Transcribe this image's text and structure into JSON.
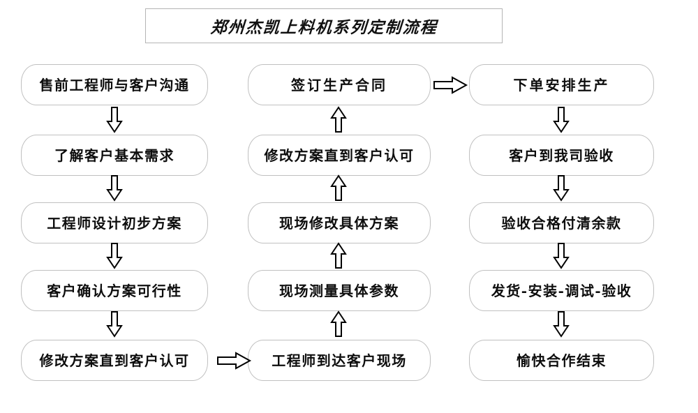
{
  "diagram": {
    "title": "郑州杰凯上料机系列定制流程",
    "type": "flowchart",
    "columns": [
      {
        "id": "column-1",
        "direction": "top-to-bottom",
        "nodes": [
          {
            "id": "node-1-1",
            "label": "售前工程师与客户沟通"
          },
          {
            "id": "node-1-2",
            "label": "了解客户基本需求"
          },
          {
            "id": "node-1-3",
            "label": "工程师设计初步方案"
          },
          {
            "id": "node-1-4",
            "label": "客户确认方案可行性"
          },
          {
            "id": "node-1-5",
            "label": "修改方案直到客户认可"
          }
        ]
      },
      {
        "id": "column-2",
        "direction": "bottom-to-top",
        "nodes": [
          {
            "id": "node-2-1",
            "label": "签订生产合同"
          },
          {
            "id": "node-2-2",
            "label": "修改方案直到客户认可"
          },
          {
            "id": "node-2-3",
            "label": "现场修改具体方案"
          },
          {
            "id": "node-2-4",
            "label": "现场测量具体参数"
          },
          {
            "id": "node-2-5",
            "label": "工程师到达客户现场"
          }
        ]
      },
      {
        "id": "column-3",
        "direction": "top-to-bottom",
        "nodes": [
          {
            "id": "node-3-1",
            "label": "下单安排生产"
          },
          {
            "id": "node-3-2",
            "label": "客户到我司验收"
          },
          {
            "id": "node-3-3",
            "label": "验收合格付清余款"
          },
          {
            "id": "node-3-4",
            "label": "发货-安装-调试-验收"
          },
          {
            "id": "node-3-5",
            "label": "愉快合作结束"
          }
        ]
      }
    ],
    "connectors": [
      {
        "id": "arrow-c1-1to2",
        "direction": "down"
      },
      {
        "id": "arrow-c1-2to3",
        "direction": "down"
      },
      {
        "id": "arrow-c1-3to4",
        "direction": "down"
      },
      {
        "id": "arrow-c1-4to5",
        "direction": "down"
      },
      {
        "id": "arrow-c1to-c2",
        "direction": "right"
      },
      {
        "id": "arrow-c2-5to4",
        "direction": "up"
      },
      {
        "id": "arrow-c2-4to3",
        "direction": "up"
      },
      {
        "id": "arrow-c2-3to2",
        "direction": "up"
      },
      {
        "id": "arrow-c2-2to1",
        "direction": "up"
      },
      {
        "id": "arrow-c2to-c3",
        "direction": "right"
      },
      {
        "id": "arrow-c3-1to2",
        "direction": "down"
      },
      {
        "id": "arrow-c3-2to3",
        "direction": "down"
      },
      {
        "id": "arrow-c3-3to4",
        "direction": "down"
      },
      {
        "id": "arrow-c3-4to5",
        "direction": "down"
      }
    ]
  },
  "colors": {
    "background": "#ffffff",
    "node_border": "#c0c0c0",
    "text": "#0d0d0d",
    "arrow_stroke": "#000000",
    "title_border": "#b4b4b4"
  }
}
